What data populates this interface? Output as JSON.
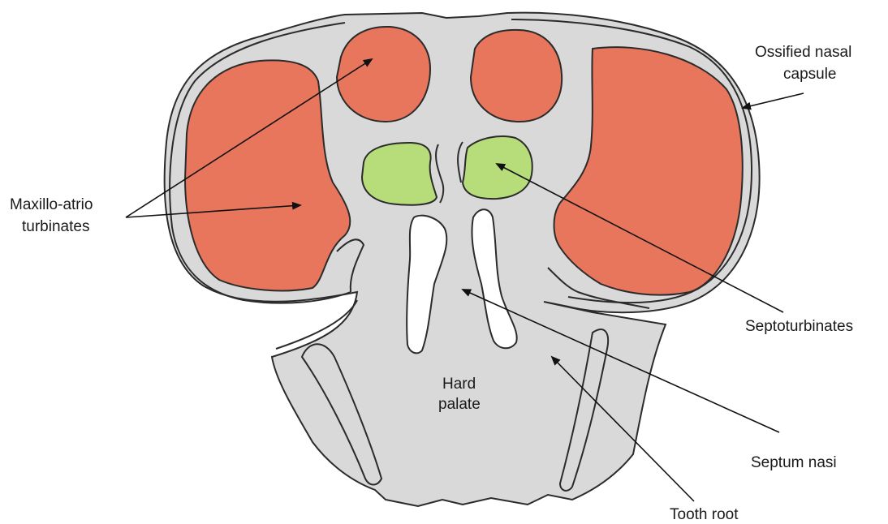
{
  "labels": {
    "ossified_1": "Ossified nasal",
    "ossified_2": "capsule",
    "maxillo_1": "Maxillo-atrio",
    "maxillo_2": "turbinates",
    "septoturbinates": "Septoturbinates",
    "hard_palate_1": "Hard",
    "hard_palate_2": "palate",
    "septum_nasi": "Septum nasi",
    "tooth_root": "Tooth root"
  },
  "colors": {
    "bone": "#d9d9d9",
    "maxillo_atrio_turbinates": "#e8765c",
    "septoturbinates": "#b7dd7a",
    "outline": "#2b2b2b"
  }
}
